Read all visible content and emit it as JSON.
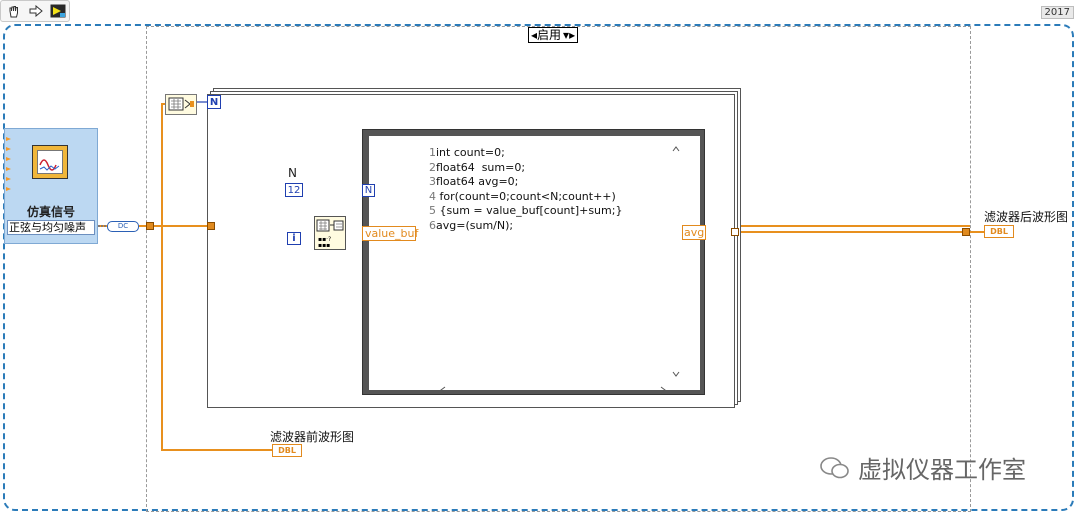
{
  "toolbar": {
    "icons": [
      "hand-icon",
      "arrow-right-icon",
      "run-arrow-icon"
    ]
  },
  "version": "2017",
  "case_structure": {
    "selector_label": "启用"
  },
  "simulate_signal": {
    "title": "仿真信号",
    "mode": "正弦与均匀噪声"
  },
  "dynamic_data_terminal": "DC",
  "for_loop": {
    "count_terminal": "N",
    "iteration_terminal": "i"
  },
  "subset": {
    "n_label": "N",
    "constant": "12"
  },
  "formula_node": {
    "n_input": "N",
    "input_var": "value_buf",
    "output_var": "avg",
    "code": [
      {
        "num": "1",
        "text": "int count=0;"
      },
      {
        "num": "2",
        "text": "float64  sum=0;"
      },
      {
        "num": "3",
        "text": "float64 avg=0;"
      },
      {
        "num": "4",
        "text": " for(count=0;count<N;count++)"
      },
      {
        "num": "5",
        "text": " {sum = value_buf[count]+sum;}"
      },
      {
        "num": "6",
        "text": "avg=(sum/N);"
      }
    ]
  },
  "graphs": {
    "before_label": "滤波器前波形图",
    "after_label": "滤波器后波形图",
    "terminal_type": "DBL"
  },
  "watermark": "虚拟仪器工作室",
  "colors": {
    "orange_wire": "#e8901e",
    "blue_wire": "#1f3fb0",
    "frame_blue": "#2b7bb9"
  }
}
